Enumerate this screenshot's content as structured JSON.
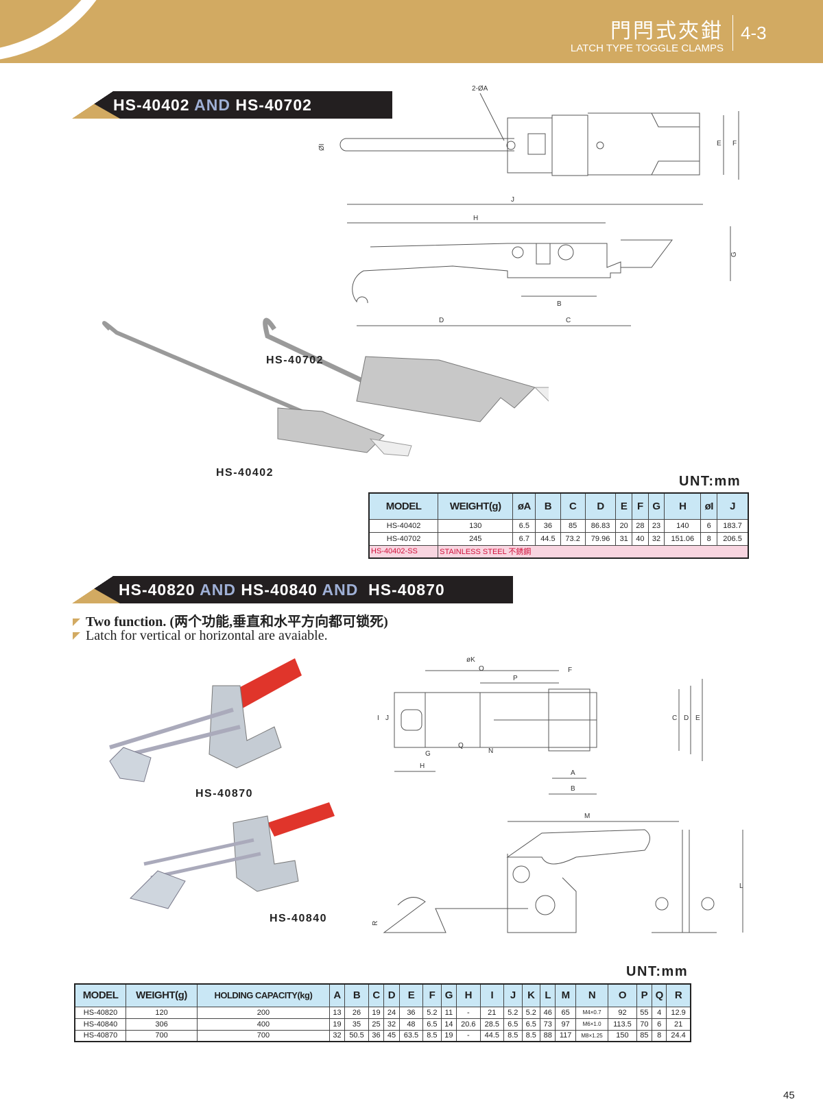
{
  "header": {
    "title_zh": "門閂式夾鉗",
    "title_en": "LATCH TYPE TOGGLE CLAMPS",
    "section": "4-3"
  },
  "section1": {
    "title": [
      "HS-40402",
      "AND",
      "HS-40702"
    ],
    "labels": {
      "p1": "HS-40702",
      "p2": "HS-40402"
    },
    "dims": [
      "2-ØA",
      "ØI",
      "E",
      "F",
      "J",
      "H",
      "G",
      "B",
      "D",
      "C"
    ],
    "unit": "UNT:mm",
    "table": {
      "headers": [
        "MODEL",
        "WEIGHT(g)",
        "øA",
        "B",
        "C",
        "D",
        "E",
        "F",
        "G",
        "H",
        "øI",
        "J"
      ],
      "rows": [
        [
          "HS-40402",
          "130",
          "6.5",
          "36",
          "85",
          "86.83",
          "20",
          "28",
          "23",
          "140",
          "6",
          "183.7"
        ],
        [
          "HS-40702",
          "245",
          "6.7",
          "44.5",
          "73.2",
          "79.96",
          "31",
          "40",
          "32",
          "151.06",
          "8",
          "206.5"
        ]
      ],
      "ss": {
        "model": "HS-40402-SS",
        "note": "STAINLESS STEEL  不銹鋼"
      }
    }
  },
  "section2": {
    "title": [
      "HS-40820",
      "AND",
      "HS-40840",
      "AND",
      "HS-40870"
    ],
    "bullets": [
      "Two function. (两个功能,垂直和水平方向都可锁死)",
      "Latch for vertical or horizontal are avaiable."
    ],
    "labels": {
      "p1": "HS-40870",
      "p2": "HS-40840"
    },
    "dims": [
      "øK",
      "O",
      "P",
      "F",
      "I",
      "J",
      "C",
      "D",
      "E",
      "Q",
      "N",
      "G",
      "H",
      "A",
      "B",
      "M",
      "L",
      "R"
    ],
    "unit": "UNT:mm",
    "table": {
      "headers": [
        "MODEL",
        "WEIGHT(g)",
        "HOLDING CAPACITY(kg)",
        "A",
        "B",
        "C",
        "D",
        "E",
        "F",
        "G",
        "H",
        "I",
        "J",
        "K",
        "L",
        "M",
        "N",
        "O",
        "P",
        "Q",
        "R"
      ],
      "rows": [
        [
          "HS-40820",
          "120",
          "200",
          "13",
          "26",
          "19",
          "24",
          "36",
          "5.2",
          "11",
          "-",
          "21",
          "5.2",
          "5.2",
          "46",
          "65",
          "M4×0.7",
          "92",
          "55",
          "4",
          "12.9"
        ],
        [
          "HS-40840",
          "306",
          "400",
          "19",
          "35",
          "25",
          "32",
          "48",
          "6.5",
          "14",
          "20.6",
          "28.5",
          "6.5",
          "6.5",
          "73",
          "97",
          "M6×1.0",
          "113.5",
          "70",
          "6",
          "21"
        ],
        [
          "HS-40870",
          "700",
          "700",
          "32",
          "50.5",
          "36",
          "45",
          "63.5",
          "8.5",
          "19",
          "-",
          "44.5",
          "8.5",
          "8.5",
          "88",
          "117",
          "M8×1.25",
          "150",
          "85",
          "8",
          "24.4"
        ]
      ]
    }
  },
  "page_number": "45"
}
